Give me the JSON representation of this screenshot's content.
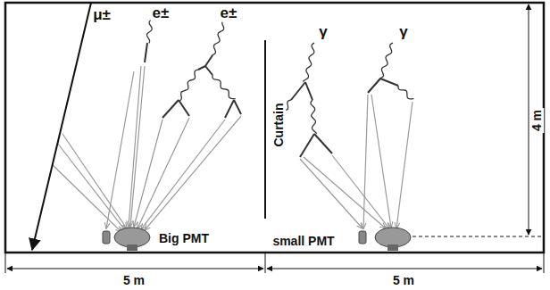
{
  "diagram": {
    "labels": [
      "μ±",
      "e±",
      "e±",
      "γ",
      "γ",
      "Big PMT",
      "small PMT",
      "Curtain",
      "4 m",
      "5 m",
      "5 m"
    ]
  }
}
